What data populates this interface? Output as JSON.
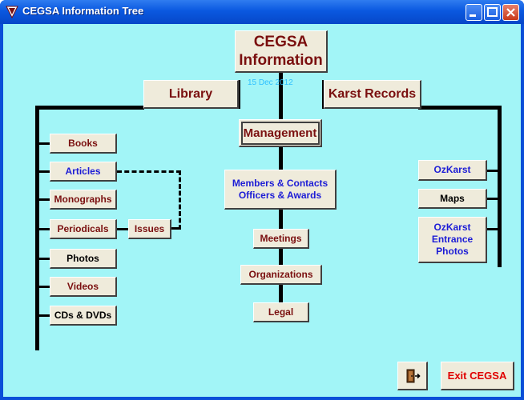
{
  "window": {
    "title": "CEGSA Information Tree"
  },
  "header": {
    "title_line1": "CEGSA",
    "title_line2": "Information",
    "date": "15 Dec 2012"
  },
  "sections": {
    "library": "Library",
    "karst_records": "Karst Records",
    "management": "Management"
  },
  "library_items": {
    "books": "Books",
    "articles": "Articles",
    "monographs": "Monographs",
    "periodicals": "Periodicals",
    "issues": "Issues",
    "photos": "Photos",
    "videos": "Videos",
    "cds_dvds": "CDs & DVDs"
  },
  "management_items": {
    "members_line1": "Members & Contacts",
    "members_line2": "Officers & Awards",
    "meetings": "Meetings",
    "organizations": "Organizations",
    "legal": "Legal"
  },
  "karst_items": {
    "ozkarst": "OzKarst",
    "maps": "Maps",
    "entrance_line1": "OzKarst",
    "entrance_line2": "Entrance",
    "entrance_line3": "Photos"
  },
  "footer": {
    "exit_label": "Exit CEGSA",
    "door_icon": "exit-door-icon"
  },
  "colors": {
    "background": "#a2f5f7",
    "button_face": "#efebdb",
    "maroon_text": "#7a0f0f",
    "blue_text": "#1c1cd6",
    "exit_text": "#e00000"
  }
}
